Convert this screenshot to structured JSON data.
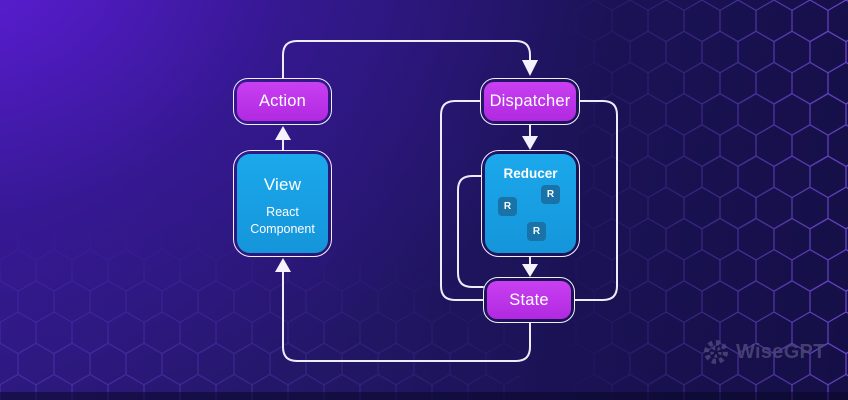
{
  "diagram": {
    "nodes": {
      "action": {
        "label": "Action"
      },
      "dispatcher": {
        "label": "Dispatcher"
      },
      "view": {
        "label": "View",
        "sublabel": "React Component"
      },
      "reducer": {
        "label": "Reducer",
        "badges": [
          "R",
          "R",
          "R"
        ]
      },
      "state": {
        "label": "State"
      }
    },
    "edges": [
      {
        "from": "view",
        "to": "action",
        "style": "arrow",
        "route": "straight-up"
      },
      {
        "from": "action",
        "to": "dispatcher",
        "style": "arrow",
        "route": "top-loop"
      },
      {
        "from": "dispatcher",
        "to": "reducer",
        "style": "arrow",
        "route": "straight-down"
      },
      {
        "from": "reducer",
        "to": "state",
        "style": "arrow",
        "route": "straight-down"
      },
      {
        "from": "state",
        "to": "view",
        "style": "arrow",
        "route": "bottom-loop"
      },
      {
        "from": "dispatcher",
        "to": "state",
        "style": "line",
        "route": "left-side-loop"
      },
      {
        "from": "dispatcher",
        "to": "state",
        "style": "line",
        "route": "right-side-loop"
      },
      {
        "from": "reducer",
        "to": "state",
        "style": "line",
        "route": "inner-left-bracket"
      }
    ]
  },
  "branding": {
    "logo_text": "WiseGPT",
    "logo_icon": "wisegpt-burst-icon"
  },
  "colors": {
    "node_magenta": "#BE2FE6",
    "node_cyan": "#18A0E2",
    "badge_blue": "#1973A8",
    "connector": "#EFECFA",
    "hexagon_stroke": "#8256F0",
    "logo": "#4A4677",
    "background_violet": "#5A1BD0",
    "background_navy": "#181050"
  }
}
